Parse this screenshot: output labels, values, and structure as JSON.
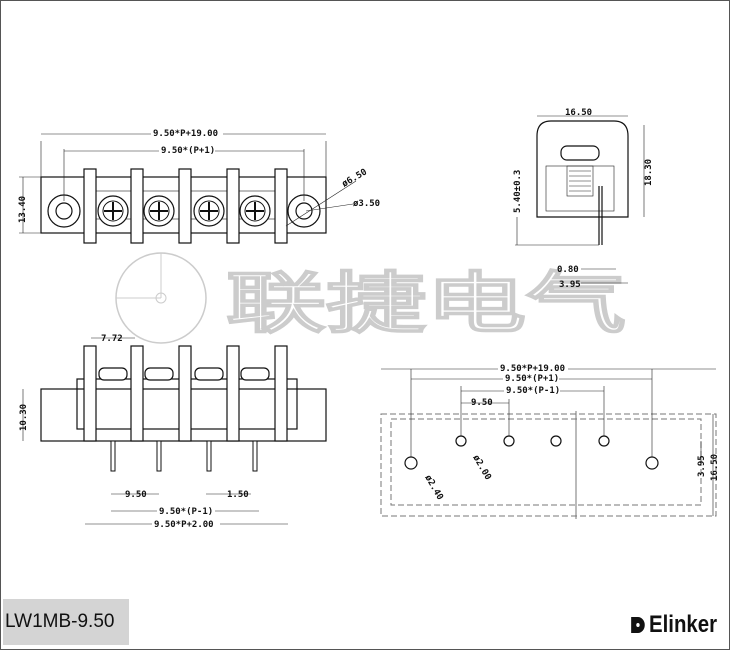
{
  "watermark": "联捷电气",
  "top_view": {
    "overall": "9.50*P+19.00",
    "pitch_span": "9.50*(P+1)",
    "height": "13.40",
    "hole_outer": "ø6.50",
    "hole_inner": "ø3.50"
  },
  "side_view": {
    "width": "16.50",
    "height": "18.30",
    "pin_len": "5.40±0.3",
    "pin_thick": "0.80",
    "pin_offset": "3.95"
  },
  "front_view": {
    "offset": "7.72",
    "height": "10.30",
    "pitch": "9.50",
    "pin_w": "1.50",
    "pin_span": "9.50*(P-1)",
    "overall": "9.50*P+2.00"
  },
  "pcb_view": {
    "overall": "9.50*P+19.00",
    "span1": "9.50*(P+1)",
    "span2": "9.50*(P-1)",
    "pitch": "9.50",
    "hole_small": "ø2.00",
    "hole_big": "ø2.40",
    "offset": "3.95",
    "depth": "16.50"
  },
  "model": "LW1MB-9.50",
  "brand": "Elinker"
}
